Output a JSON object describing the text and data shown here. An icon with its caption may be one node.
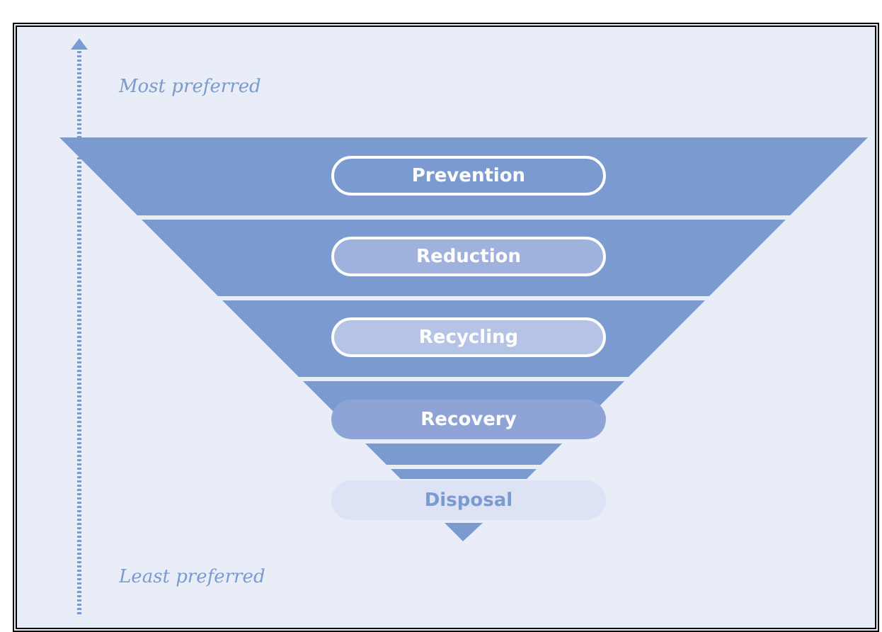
{
  "diagram": {
    "nodes": [
      {
        "text": [
          "Prevention"
        ]
      },
      {
        "text": [
          "Reduction"
        ]
      },
      {
        "text": [
          "Recycling"
        ]
      },
      {
        "text": [
          "Recovery"
        ]
      },
      {
        "text": [
          "Disposal"
        ]
      }
    ],
    "labels": [
      "Most preferred",
      "Least preferred"
    ]
  }
}
